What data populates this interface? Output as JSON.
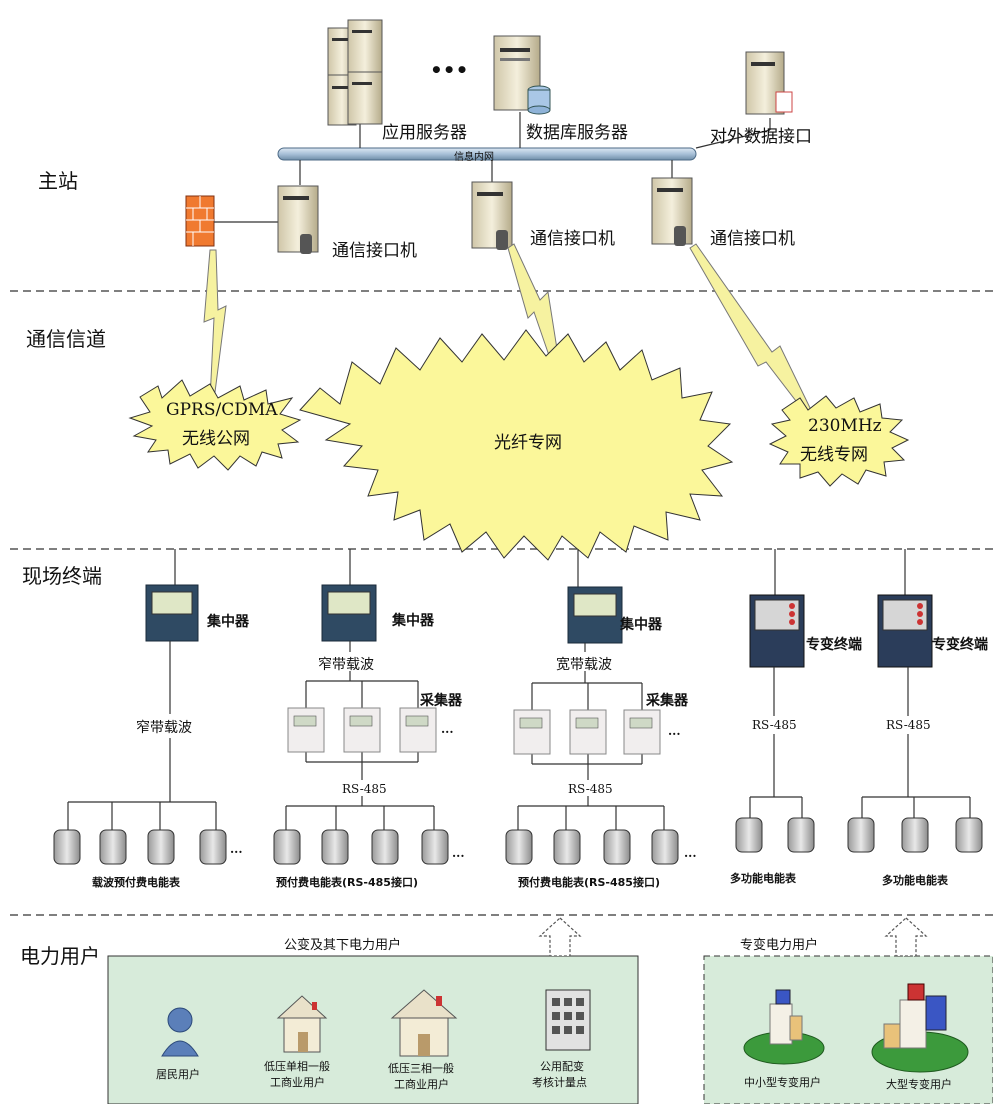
{
  "sections": {
    "master": "主站",
    "channel": "通信信道",
    "terminal": "现场终端",
    "user": "电力用户"
  },
  "master": {
    "app_server": "应用服务器",
    "db_server": "数据库服务器",
    "ext_interface": "对外数据接口",
    "ellipsis": "•••",
    "bus_label": "信息内网",
    "comm_machine_1": "通信接口机",
    "comm_machine_2": "通信接口机",
    "comm_machine_3": "通信接口机"
  },
  "channel": {
    "gprs_line1": "GPRS/CDMA",
    "gprs_line2": "无线公网",
    "fiber": "光纤专网",
    "radio_line1": "230MHz",
    "radio_line2": "无线专网"
  },
  "terminal": {
    "concentrator_1": "集中器",
    "concentrator_2": "集中器",
    "concentrator_3": "集中器",
    "special_1": "专变终端",
    "special_2": "专变终端",
    "narrowband_1": "窄带载波",
    "narrowband_2": "窄带载波",
    "broadband": "宽带载波",
    "collector_1": "采集器",
    "collector_2": "采集器",
    "rs485_1": "RS-485",
    "rs485_2": "RS-485",
    "rs485_3": "RS-485",
    "rs485_4": "RS-485",
    "meter_group_1": "载波预付费电能表",
    "meter_group_2": "预付费电能表(RS-485接口)",
    "meter_group_3": "预付费电能表(RS-485接口)",
    "meter_group_4": "多功能电能表",
    "meter_group_5": "多功能电能表",
    "dots": "..."
  },
  "users": {
    "public_title": "公变及其下电力用户",
    "special_title": "专变电力用户",
    "resident": "居民用户",
    "lv_single_1": "低压单相一般",
    "lv_single_2": "工商业用户",
    "lv_three_1": "低压三相一般",
    "lv_three_2": "工商业用户",
    "public_point_1": "公用配变",
    "public_point_2": "考核计量点",
    "small_special": "中小型专变用户",
    "large_special": "大型专变用户"
  }
}
